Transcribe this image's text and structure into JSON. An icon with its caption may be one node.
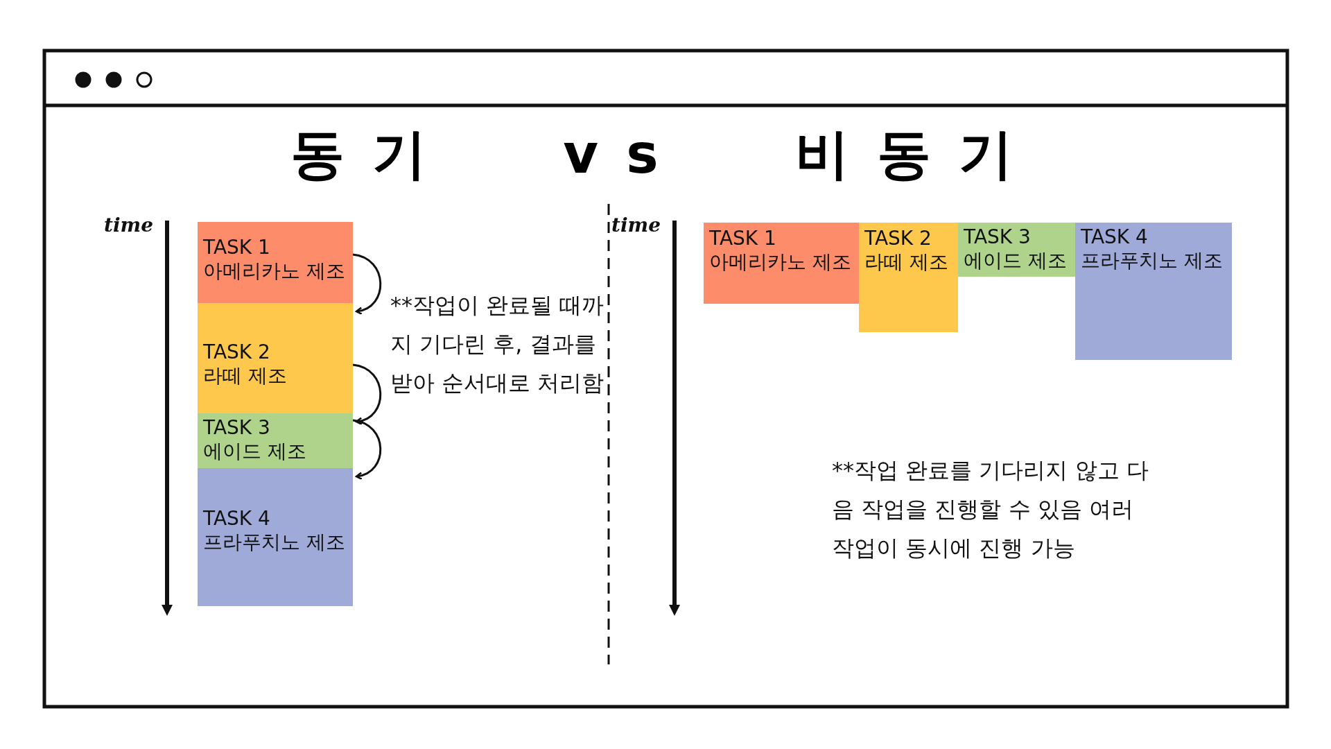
{
  "diagram": {
    "title": "동기 vs 비동기",
    "nodes": [
      {
        "text": [
          "TASK 1",
          "아메리카노 제조"
        ]
      },
      {
        "text": [
          "TASK 2",
          "라떼 제조"
        ]
      },
      {
        "text": [
          "TASK 3",
          "에이드 제조"
        ]
      },
      {
        "text": [
          "TASK 4",
          "프라푸치노 제조"
        ]
      },
      {
        "text": [
          "TASK 1",
          "아메리카노 제조"
        ]
      },
      {
        "text": [
          "TASK 2",
          "라떼 제조"
        ]
      },
      {
        "text": [
          "TASK 3",
          "에이드 제조"
        ]
      },
      {
        "text": [
          "TASK 4",
          "프라푸치노 제조"
        ]
      }
    ],
    "edges": [
      {
        "from": 0,
        "to": 1,
        "arrow": "to"
      },
      {
        "from": 1,
        "to": 2,
        "arrow": "to"
      },
      {
        "from": 2,
        "to": 3,
        "arrow": "to"
      }
    ],
    "labels": [
      "time",
      "**작업이 완료될 때까지 기다린 후, 결과를 받아 순서대로 처리함",
      "time",
      "**작업 완료를 기다리지 않고 다음 작업을 진행할 수 있음 여러 작업이 동시에 진행 가능"
    ]
  }
}
